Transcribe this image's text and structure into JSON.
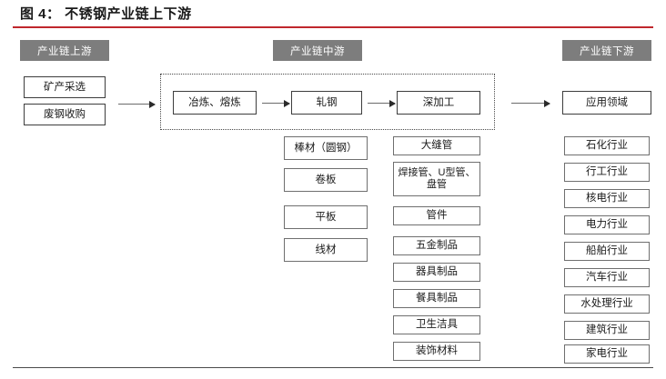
{
  "figure": {
    "title": "图 4： 不锈钢产业链上下游",
    "accent_color": "#c0272d",
    "band_color": "#7d7d7d",
    "box_border_color": "#6f6f6f"
  },
  "bands": {
    "upstream": "产业链上游",
    "midstream": "产业链中游",
    "downstream": "产业链下游"
  },
  "upstream": {
    "nodes": [
      {
        "label": "矿产采选"
      },
      {
        "label": "废钢收购"
      }
    ]
  },
  "midstream": {
    "chain": [
      {
        "label": "冶炼、熔炼"
      },
      {
        "label": "轧钢"
      },
      {
        "label": "深加工"
      }
    ],
    "rolling_products": [
      {
        "label": "棒材（圆钢）"
      },
      {
        "label": "卷板"
      },
      {
        "label": "平板"
      },
      {
        "label": "线材"
      }
    ],
    "deep_products": [
      {
        "label": "大缝管"
      },
      {
        "label": "焊接管、U型管、盘管"
      },
      {
        "label": "管件"
      },
      {
        "label": "五金制品"
      },
      {
        "label": "器具制品"
      },
      {
        "label": "餐具制品"
      },
      {
        "label": "卫生洁具"
      },
      {
        "label": "装饰材料"
      }
    ]
  },
  "downstream": {
    "head": {
      "label": "应用领域"
    },
    "industries": [
      {
        "label": "石化行业"
      },
      {
        "label": "行工行业"
      },
      {
        "label": "核电行业"
      },
      {
        "label": "电力行业"
      },
      {
        "label": "船舶行业"
      },
      {
        "label": "汽车行业"
      },
      {
        "label": "水处理行业"
      },
      {
        "label": "建筑行业"
      },
      {
        "label": "家电行业"
      }
    ]
  }
}
